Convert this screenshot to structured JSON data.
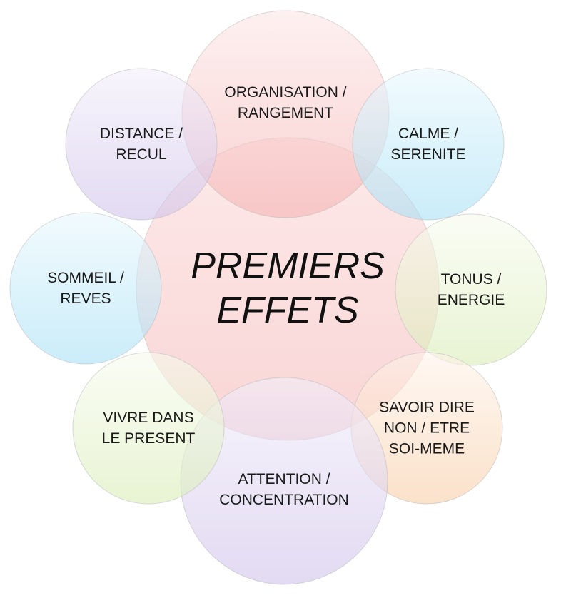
{
  "center": {
    "lines": [
      "PREMIERS",
      "EFFETS"
    ],
    "fill_top": "#fde3e3",
    "fill_bottom": "#f7c9c9"
  },
  "nodes": [
    {
      "id": "organisation",
      "lines": [
        "ORGANISATION /",
        "RANGEMENT"
      ],
      "color_top": "#fde6e6",
      "color_bottom": "#f5b3b3",
      "icon": ""
    },
    {
      "id": "calme",
      "lines": [
        "CALME /",
        "SERENITE"
      ],
      "color_top": "#e9f8fd",
      "color_bottom": "#a7e0f5",
      "icon": ""
    },
    {
      "id": "tonus",
      "lines": [
        "TONUS /",
        "ENERGIE"
      ],
      "color_top": "#f7fbee",
      "color_bottom": "#d9edb6",
      "icon": ""
    },
    {
      "id": "savoir-dire",
      "lines": [
        "SAVOIR DIRE",
        "NON / ETRE",
        "SOI-MEME"
      ],
      "color_top": "#fef3ea",
      "color_bottom": "#f8cda6",
      "icon": ""
    },
    {
      "id": "attention",
      "lines": [
        "ATTENTION /",
        "CONCENTRATION"
      ],
      "color_top": "#f2eefa",
      "color_bottom": "#cfc2ea",
      "icon": ""
    },
    {
      "id": "vivre",
      "lines": [
        "VIVRE DANS",
        "LE PRESENT"
      ],
      "color_top": "#f7fbee",
      "color_bottom": "#d9edb6",
      "icon": ""
    },
    {
      "id": "sommeil",
      "lines": [
        "SOMMEIL /",
        "REVES"
      ],
      "color_top": "#e9f8fd",
      "color_bottom": "#a7e0f5",
      "icon": ""
    },
    {
      "id": "distance",
      "lines": [
        "DISTANCE /",
        "RECUL"
      ],
      "color_top": "#f2eefa",
      "color_bottom": "#cfc2ea",
      "icon": ""
    }
  ]
}
